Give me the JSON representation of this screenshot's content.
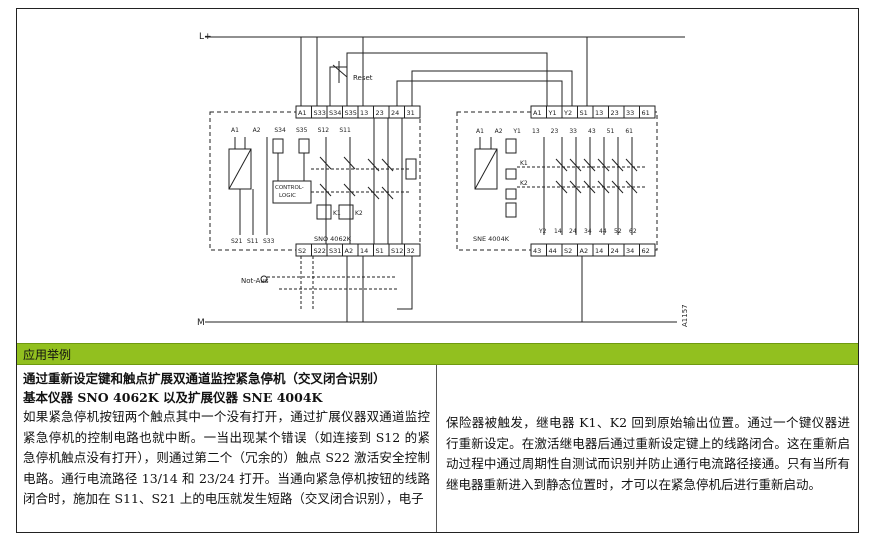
{
  "diagram": {
    "rail_top": "L+",
    "rail_bottom": "M",
    "reset_label": "Reset",
    "estop_label": "Not-Aus",
    "figure_id": "A1157",
    "base_unit": {
      "name": "SNO 4062K",
      "top_terminals": [
        "A1",
        "S33",
        "S34",
        "S35",
        "13",
        "23",
        "24",
        "31"
      ],
      "bottom_terminals": [
        "S2",
        "S22",
        "S31",
        "A2",
        "14",
        "S1",
        "S12",
        "32"
      ],
      "internal_labels": [
        "A1",
        "A2",
        "S34",
        "S35",
        "S12",
        "S11",
        "S21",
        "S11",
        "S33"
      ],
      "control_logic_line1": "CONTROL-",
      "control_logic_line2": "LOGIC",
      "relay_k1": "K1",
      "relay_k2": "K2"
    },
    "expansion_unit": {
      "name": "SNE 4004K",
      "top_terminals": [
        "A1",
        "Y1",
        "Y2",
        "S1",
        "13",
        "23",
        "33",
        "61"
      ],
      "bottom_terminals": [
        "43",
        "44",
        "S2",
        "A2",
        "14",
        "24",
        "34",
        "62"
      ],
      "internal_top_labels": [
        "A1",
        "A2",
        "Y1",
        "13",
        "23",
        "33",
        "43",
        "51",
        "61"
      ],
      "internal_bottom_labels": [
        "Y2",
        "14",
        "24",
        "34",
        "44",
        "52",
        "62"
      ],
      "relay_k1": "K1",
      "relay_k2": "K2"
    }
  },
  "section_bar": "应用举例",
  "left": {
    "title1": "通过重新设定键和触点扩展双通道监控紧急停机（交叉闭合识别）",
    "title2": "基本仪器 SNO 4062K 以及扩展仪器 SNE 4004K",
    "body": "如果紧急停机按钮两个触点其中一个没有打开，通过扩展仪器双通道监控紧急停机的控制电路也就中断。一当出现某个错误（如连接到 S12 的紧急停机触点没有打开），则通过第二个（冗余的）触点 S22 激活安全控制电路。通行电流路径 13/14 和 23/24 打开。当通向紧急停机按钮的线路闭合时，施加在 S11、S21 上的电压就发生短路（交叉闭合识别），电子"
  },
  "right": {
    "body": "保险器被触发，继电器 K1、K2 回到原始输出位置。通过一个键仪器进行重新设定。在激活继电器后通过重新设定键上的线路闭合。这在重新启动过程中通过周期性自测试而识别并防止通行电流路径接通。只有当所有继电器重新进入到静态位置时，才可以在紧急停机后进行重新启动。"
  }
}
